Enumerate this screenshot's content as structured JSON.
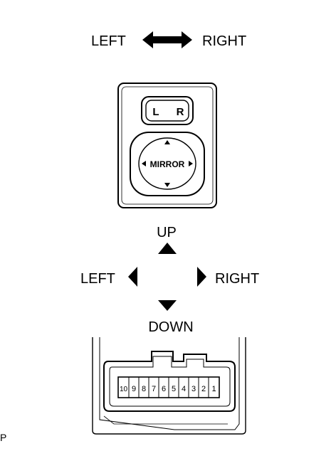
{
  "selector": {
    "left_label": "LEFT",
    "right_label": "RIGHT",
    "switch_left": "L",
    "switch_right": "R"
  },
  "mirror_button_label": "MIRROR",
  "direction": {
    "up": "UP",
    "down": "DOWN",
    "left": "LEFT",
    "right": "RIGHT"
  },
  "connector": {
    "pins": [
      "10",
      "9",
      "8",
      "7",
      "6",
      "5",
      "4",
      "3",
      "2",
      "1"
    ]
  },
  "corner_code": "P"
}
